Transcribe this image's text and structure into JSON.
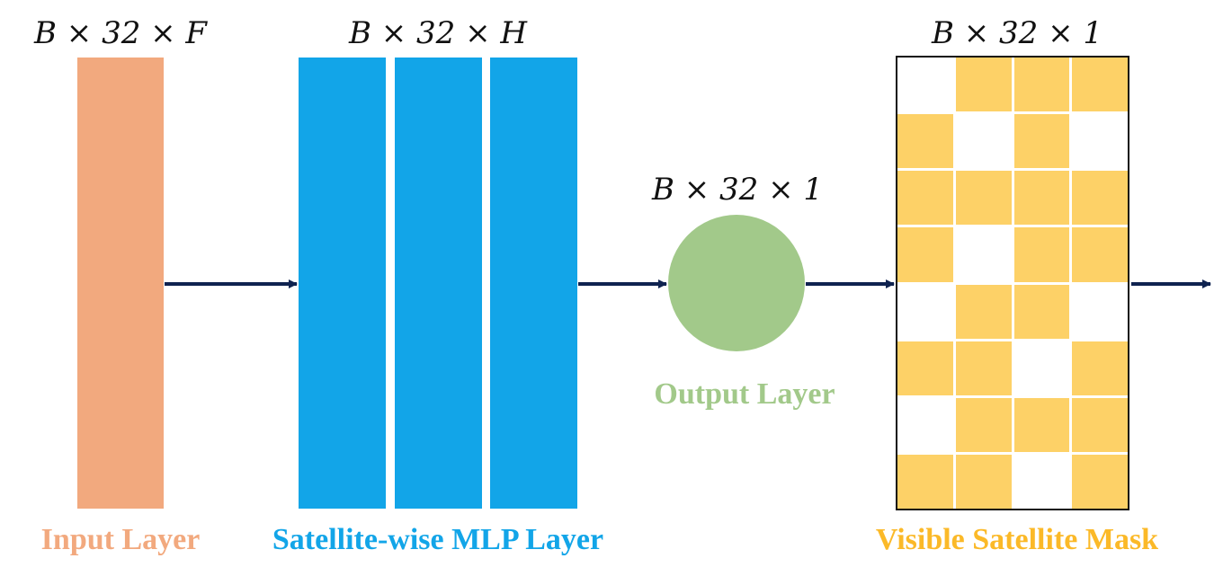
{
  "labels": {
    "input_dim": "B × 32 × F",
    "mlp_dim": "B × 32 × H",
    "output_dim": "B × 32 × 1",
    "mask_dim": "B × 32 × 1"
  },
  "captions": {
    "input_layer": "Input Layer",
    "mlp_layer": "Satellite-wise MLP Layer",
    "output_layer": "Output Layer",
    "mask": "Visible Satellite Mask"
  },
  "colors": {
    "input": "#F2A97E",
    "mlp": "#12A5E8",
    "output": "#A2C98A",
    "mask_on": "#FDD167",
    "mask_off": "#FFFFFF",
    "mask_caption": "#FBB928",
    "arrow": "#0F2350"
  },
  "mask": [
    [
      0,
      1,
      1,
      1
    ],
    [
      1,
      0,
      1,
      0
    ],
    [
      1,
      1,
      1,
      1
    ],
    [
      1,
      0,
      1,
      1
    ],
    [
      0,
      1,
      1,
      0
    ],
    [
      1,
      1,
      0,
      1
    ],
    [
      0,
      1,
      1,
      1
    ],
    [
      1,
      1,
      0,
      1
    ]
  ]
}
